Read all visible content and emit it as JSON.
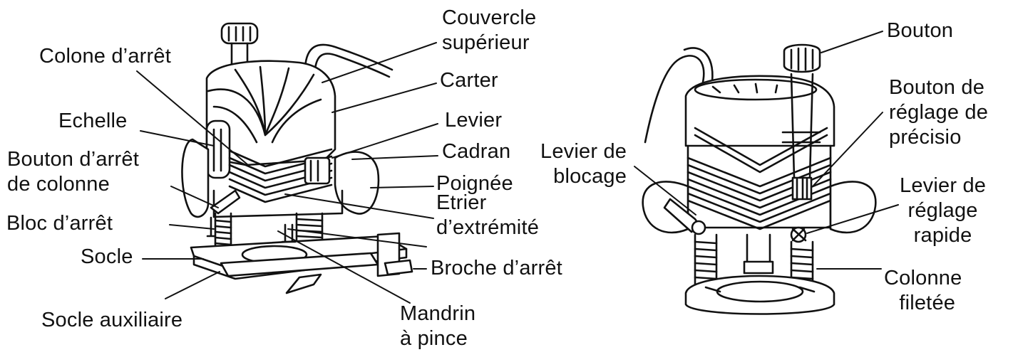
{
  "diagram": {
    "left_router": {
      "labels": {
        "couvercle_superieur": [
          "Couvercle",
          "supérieur"
        ],
        "carter": "Carter",
        "colone_arret": "Colone d’arrêt",
        "levier": "Levier",
        "echelle": "Echelle",
        "cadran": "Cadran",
        "bouton_arret_colonne": [
          "Bouton d’arrêt",
          "de colonne"
        ],
        "poignee": "Poignée",
        "etrier_extremite": [
          "Etrier",
          "d’extrémité"
        ],
        "bloc_arret": "Bloc d’arrêt",
        "socle": "Socle",
        "broche_arret": "Broche d’arrêt",
        "socle_auxiliaire": "Socle auxiliaire",
        "mandrin_pince": [
          "Mandrin",
          "à pince"
        ]
      }
    },
    "right_router": {
      "labels": {
        "bouton": "Bouton",
        "bouton_reglage_precision": [
          "Bouton de",
          "réglage de",
          "précisio"
        ],
        "levier_blocage": [
          "Levier de",
          "blocage"
        ],
        "levier_reglage_rapide": [
          "Levier de",
          "réglage",
          "rapide"
        ],
        "colonne_filetee": [
          "Colonne",
          "filetée"
        ]
      }
    },
    "colors": {
      "ink": "#111111",
      "background": "#ffffff"
    }
  }
}
